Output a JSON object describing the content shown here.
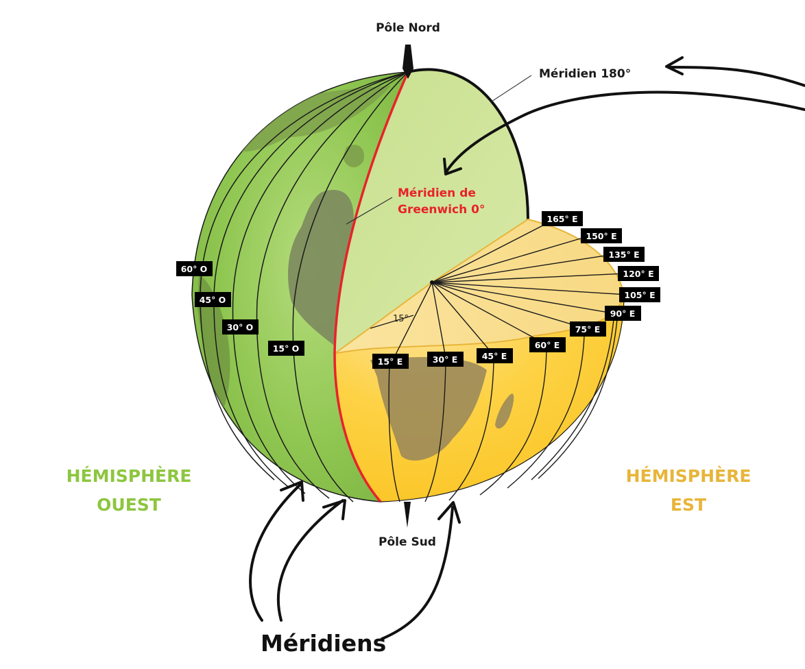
{
  "labels": {
    "north_pole": "Pôle Nord",
    "south_pole": "Pôle Sud",
    "meridian_180": "Méridien 180°",
    "greenwich_line1": "Méridien de",
    "greenwich_line2": "Greenwich 0°",
    "angle": "15°",
    "west_hemisphere_line1": "HÉMISPHÈRE",
    "west_hemisphere_line2": "OUEST",
    "east_hemisphere_line1": "HÉMISPHÈRE",
    "east_hemisphere_line2": "EST",
    "meridians": "Méridiens"
  },
  "west_meridians": [
    "60° O",
    "45° O",
    "30° O",
    "15° O"
  ],
  "east_meridians": [
    "15° E",
    "30° E",
    "45° E",
    "60° E",
    "75° E",
    "90° E",
    "105° E",
    "120° E",
    "135° E",
    "150° E",
    "165° E"
  ],
  "colors": {
    "west_green": "#8cc63f",
    "west_green_light": "#a8d66a",
    "section_green": "#cfe49a",
    "east_yellow": "#fdd13a",
    "east_section": "#f9dc8c",
    "continent": "#7a8a55",
    "continent_east": "#9c8a5a",
    "greenwich_red": "#e8222b",
    "west_text": "#8dc63f",
    "east_text": "#e8b53a",
    "tag_bg": "#000000"
  }
}
